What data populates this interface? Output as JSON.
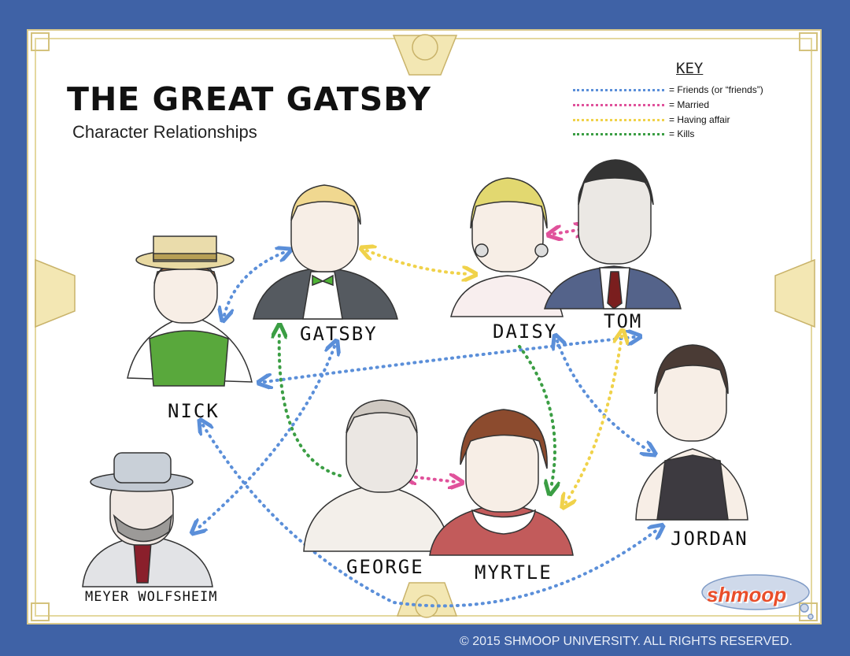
{
  "title": "THE GREAT GATSBY",
  "subtitle": "Character Relationships",
  "key": {
    "heading": "KEY",
    "items": [
      {
        "label": "= Friends (or “friends”)",
        "color": "#5b8fd9"
      },
      {
        "label": "= Married",
        "color": "#e0529b"
      },
      {
        "label": "= Having affair",
        "color": "#f0d24a"
      },
      {
        "label": "= Kills",
        "color": "#3b9e44"
      }
    ]
  },
  "characters": {
    "nick": "NICK",
    "gatsby": "GATSBY",
    "daisy": "DAISY",
    "tom": "TOM",
    "jordan": "JORDAN",
    "george": "GEORGE",
    "myrtle": "MYRTLE",
    "meyer": "MEYER WOLFSHEIM"
  },
  "logo": "shmoop",
  "copyright": "© 2015 SHMOOP UNIVERSITY. ALL RIGHTS RESERVED."
}
